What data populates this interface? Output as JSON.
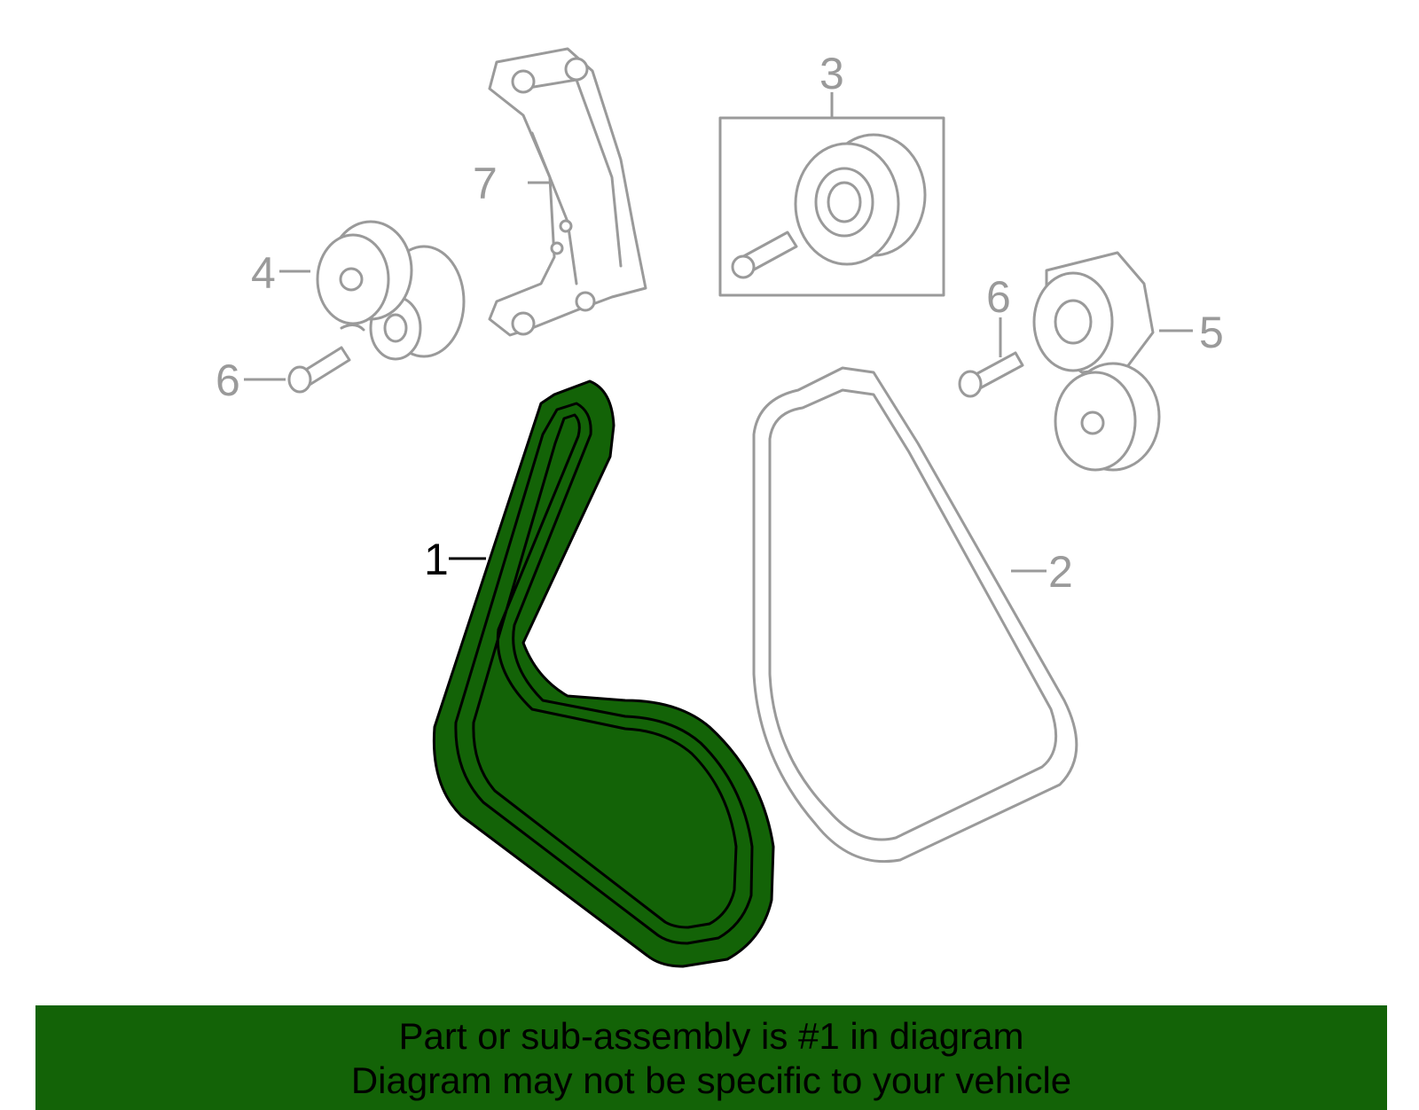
{
  "diagram": {
    "callouts": [
      {
        "id": "1",
        "label": "1"
      },
      {
        "id": "2",
        "label": "2"
      },
      {
        "id": "3",
        "label": "3"
      },
      {
        "id": "4",
        "label": "4"
      },
      {
        "id": "5",
        "label": "5"
      },
      {
        "id": "6a",
        "label": "6"
      },
      {
        "id": "6b",
        "label": "6"
      },
      {
        "id": "7",
        "label": "7"
      }
    ],
    "highlighted_part": "1",
    "colors": {
      "highlight": "#136307",
      "outline": "#9a9a9a",
      "highlight_outline": "#000000"
    }
  },
  "banner": {
    "line1": "Part or sub-assembly is #1 in diagram",
    "line2": "Diagram may not be specific to your vehicle"
  }
}
